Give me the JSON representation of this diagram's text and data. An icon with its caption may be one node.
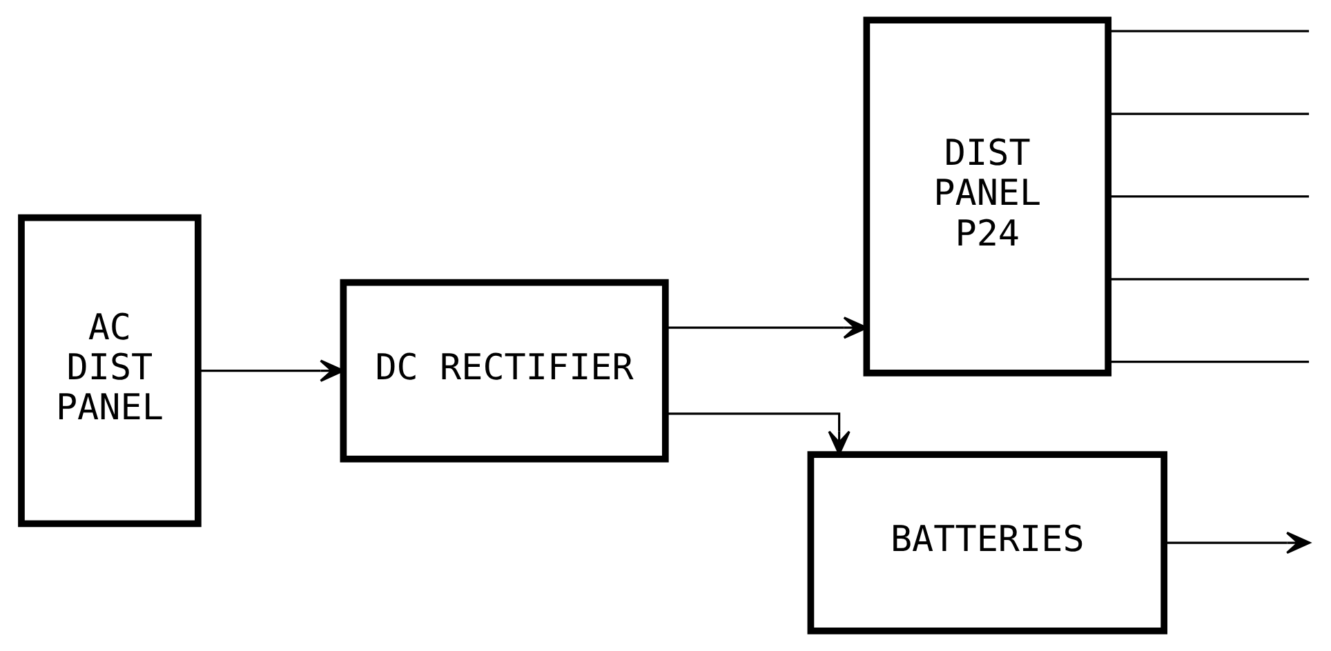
{
  "diagram": {
    "nodes": [
      {
        "text": [
          "AC DIST PANEL"
        ]
      },
      {
        "text": [
          "DC RECTIFIER"
        ]
      },
      {
        "text": [
          "DIST PANEL P24"
        ]
      },
      {
        "text": [
          "BATTERIES"
        ]
      }
    ],
    "edges": [
      {
        "from": 0,
        "to": 1,
        "arrow": "to"
      },
      {
        "from": 1,
        "to": 2,
        "arrow": "to"
      },
      {
        "from": 1,
        "to": 3,
        "arrow": "to"
      },
      {
        "from": 3,
        "to": null,
        "arrow": "to"
      },
      {
        "from": 2,
        "to": null,
        "arrow": "none"
      },
      {
        "from": 2,
        "to": null,
        "arrow": "none"
      },
      {
        "from": 2,
        "to": null,
        "arrow": "none"
      },
      {
        "from": 2,
        "to": null,
        "arrow": "none"
      },
      {
        "from": 2,
        "to": null,
        "arrow": "none"
      }
    ]
  }
}
